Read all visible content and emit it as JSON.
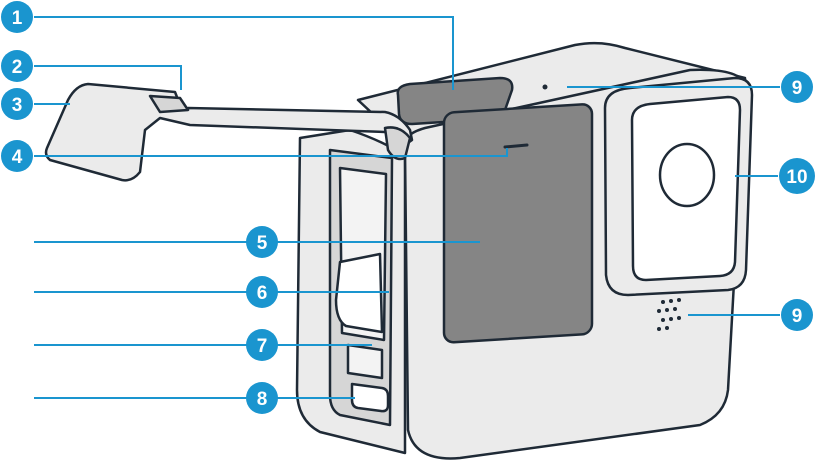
{
  "colors": {
    "outline": "#1f2a36",
    "body_fill": "#ebebeb",
    "screen_fill": "#858585",
    "lens_glass": "#ffffff",
    "callout_line": "#1a95cf",
    "callout_badge": "#1a95cf"
  },
  "callouts": [
    {
      "id": "shutter-button",
      "number": "1"
    },
    {
      "id": "door-latch",
      "number": "2"
    },
    {
      "id": "door",
      "number": "3"
    },
    {
      "id": "status-light",
      "number": "4"
    },
    {
      "id": "front-screen",
      "number": "5"
    },
    {
      "id": "battery",
      "number": "6"
    },
    {
      "id": "microsd-slot",
      "number": "7"
    },
    {
      "id": "usb-c-port",
      "number": "8"
    },
    {
      "id": "top-microphone",
      "number": "9"
    },
    {
      "id": "lens",
      "number": "10"
    },
    {
      "id": "front-microphone",
      "number": "9"
    }
  ]
}
